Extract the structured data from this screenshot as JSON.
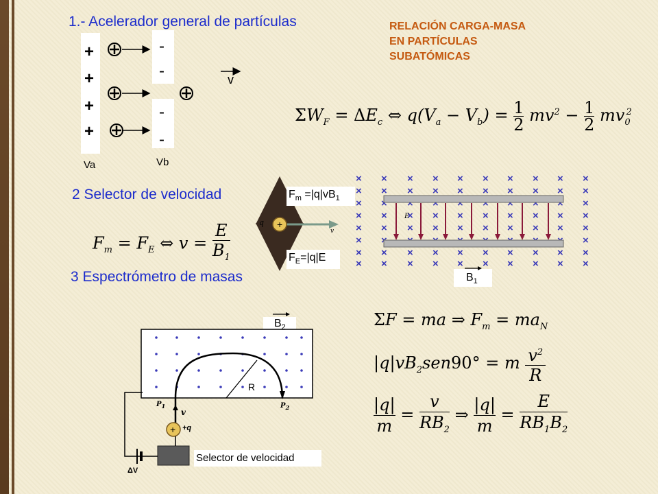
{
  "slide": {
    "sections": {
      "s1": "1.- Acelerador general de partículas",
      "s2": "2 Selector de velocidad",
      "s3": "3 Espectrómetro de masas"
    },
    "title_lines": [
      "RELACIÓN CARGA-MASA",
      "EN PARTÍCULAS",
      "SUBATÓMICAS"
    ],
    "accel": {
      "va": "Va",
      "vb": "Vb",
      "v": "v",
      "plus": "+",
      "minus": "-"
    },
    "selector": {
      "fm": "F",
      "fm_sub": "m",
      "fm_rest": " =|q|vB",
      "fm_sub2": "1",
      "fe": "F",
      "fe_sub": "E",
      "fe_rest": "=|q|E",
      "b1": "B",
      "b1_sub": "1",
      "q": "q",
      "e": "E",
      "v": "v"
    },
    "spectrometer": {
      "b2": "B",
      "b2_sub": "2",
      "r": "R",
      "p1": "P",
      "p1_sub": "1",
      "p2": "P",
      "p2_sub": "2",
      "v": "v",
      "plus_q": "+q",
      "dv": "ΔV",
      "selector_label": "Selector de velocidad"
    },
    "equations": {
      "work": "ΣW_F = ΔE_c ⇔ q(V_a − V_b) = ½ mv² − ½ mv₀²",
      "selector": "F_m = F_E ⇔ v = E / B_1",
      "newton": "ΣF = ma ⇒ F_m = ma_N",
      "centripetal": "|q| v B_2 sen90° = m v² / R",
      "ratio": "|q| / m = v / (R B_2) ⇒ |q| / m = E / (R B_1 B_2)"
    },
    "colors": {
      "heading_blue": "#1c2ccc",
      "title_orange": "#c55a11",
      "field_x": "#3a3ab8",
      "field_line": "#8a1a3a"
    }
  }
}
